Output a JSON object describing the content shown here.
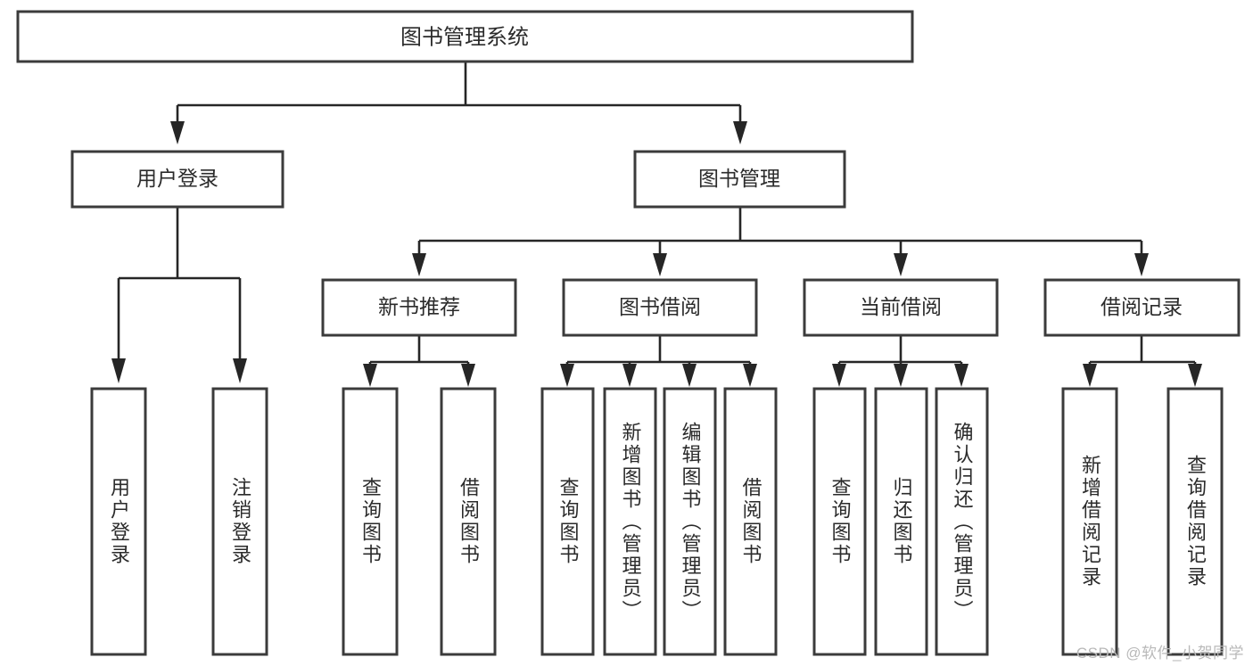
{
  "diagram": {
    "type": "tree",
    "title": "图书管理系统",
    "watermark": "CSDN @软件_小贺同学",
    "colors": {
      "background": "#ffffff",
      "box_border": "#3b3b3b",
      "connector": "#262626",
      "text": "#2b2b2b",
      "watermark": "#b9b9b9"
    },
    "levels": {
      "root": {
        "label": "图书管理系统"
      },
      "level2": [
        {
          "label": "用户登录"
        },
        {
          "label": "图书管理"
        }
      ],
      "level3": [
        {
          "label": "新书推荐"
        },
        {
          "label": "图书借阅"
        },
        {
          "label": "当前借阅"
        },
        {
          "label": "借阅记录"
        }
      ]
    },
    "leaves": {
      "user_login": [
        {
          "label": "用户登录"
        },
        {
          "label": "注销登录"
        }
      ],
      "new_book_recommend": [
        {
          "label": "查询图书"
        },
        {
          "label": "借阅图书"
        }
      ],
      "book_borrow": [
        {
          "label": "查询图书"
        },
        {
          "label": "新增图书（管理员）"
        },
        {
          "label": "编辑图书（管理员）"
        },
        {
          "label": "借阅图书"
        }
      ],
      "current_borrow": [
        {
          "label": "查询图书"
        },
        {
          "label": "归还图书"
        },
        {
          "label": "确认归还（管理员）"
        }
      ],
      "borrow_record": [
        {
          "label": "新增借阅记录"
        },
        {
          "label": "查询借阅记录"
        }
      ]
    }
  }
}
